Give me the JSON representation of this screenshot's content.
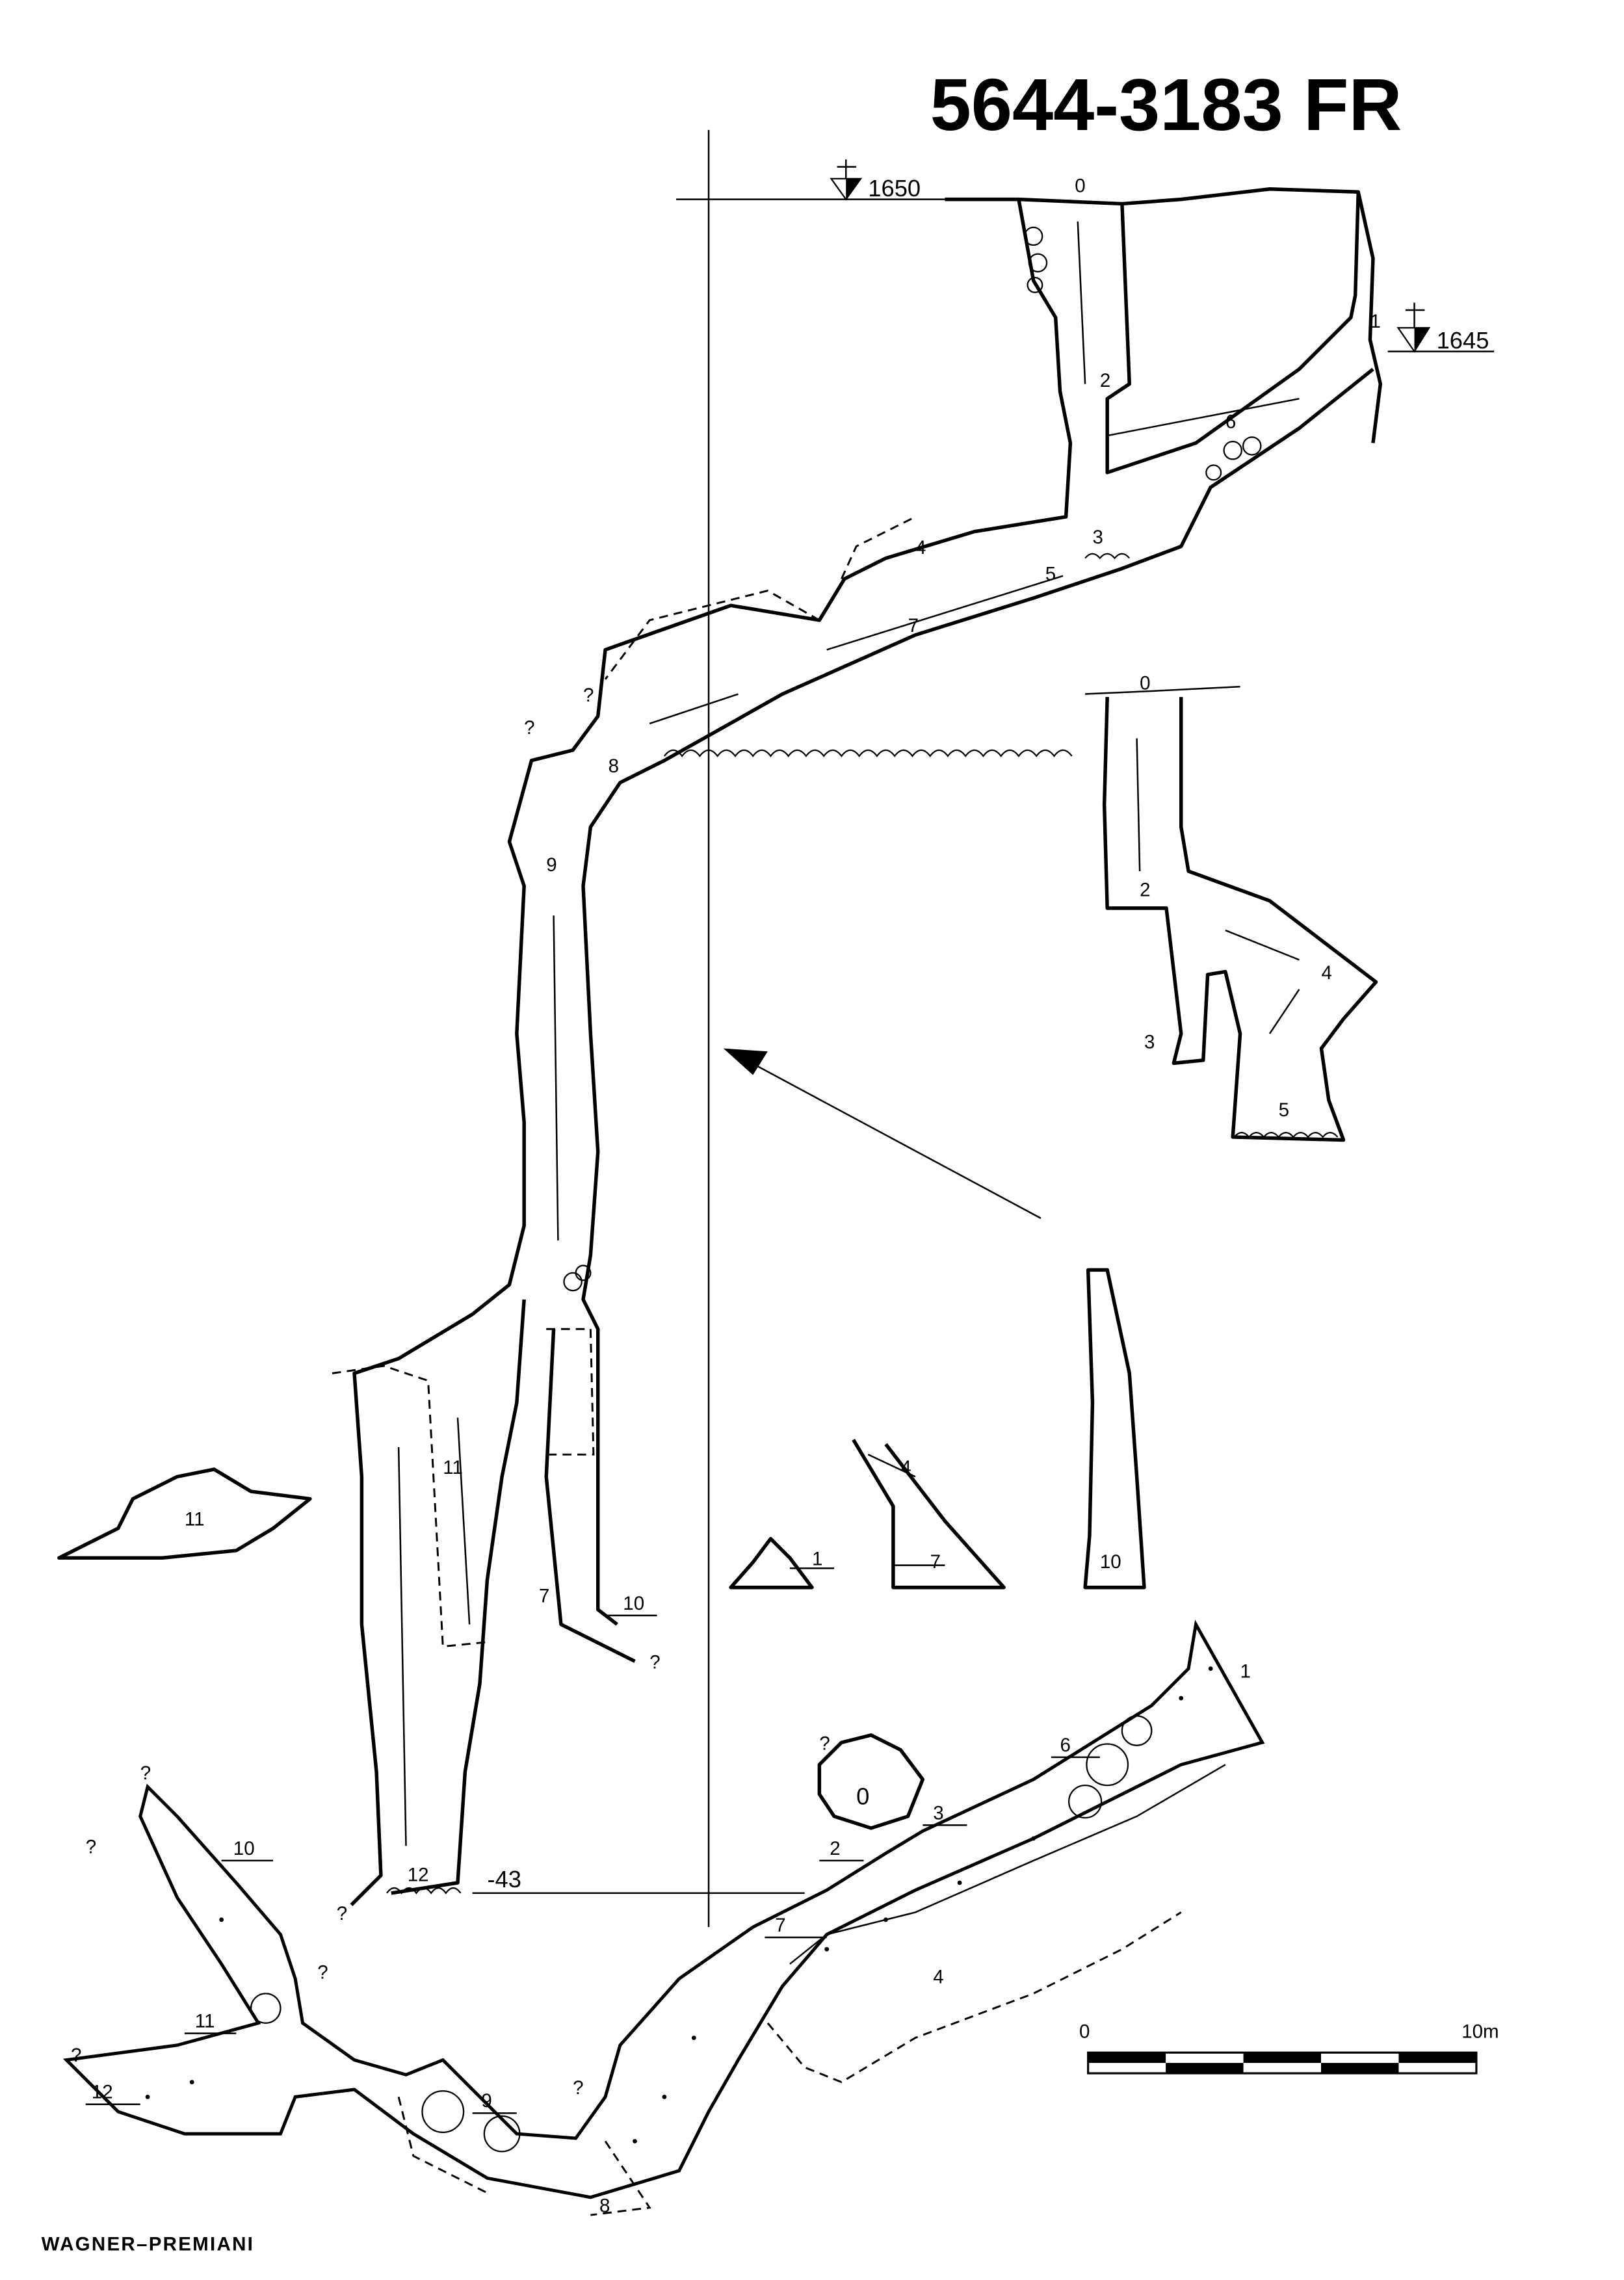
{
  "title": "5644-3183 FR",
  "author": "WAGNER–PREMIANI",
  "elevations": {
    "entrance_0": "1650",
    "entrance_1": "1645",
    "depth": "-43"
  },
  "profile_labels": {
    "s0": "0",
    "s1": "1",
    "s2": "2",
    "s3": "3",
    "s4": "4",
    "s5": "5",
    "s6": "6",
    "s7": "7",
    "s8": "8",
    "s9": "9",
    "s10": "10",
    "s11": "11",
    "s7b": "7",
    "s12": "12",
    "q": "?"
  },
  "section_labels": {
    "s0": "0",
    "s2": "2",
    "s3": "3",
    "s4": "4",
    "s5": "5"
  },
  "cross_sections": {
    "c1": "1",
    "c4": "4",
    "c7": "7",
    "c10": "10",
    "c11": "11"
  },
  "plan_labels": {
    "s0": "0",
    "s1": "1",
    "s2": "2",
    "s3": "3",
    "s4": "4",
    "s6": "6",
    "s7": "7",
    "s8": "8",
    "s9": "9",
    "s10": "10",
    "s11": "11",
    "s12": "12",
    "q": "?"
  },
  "scale_bar": {
    "start": "0",
    "end": "10m",
    "segments": 5
  }
}
